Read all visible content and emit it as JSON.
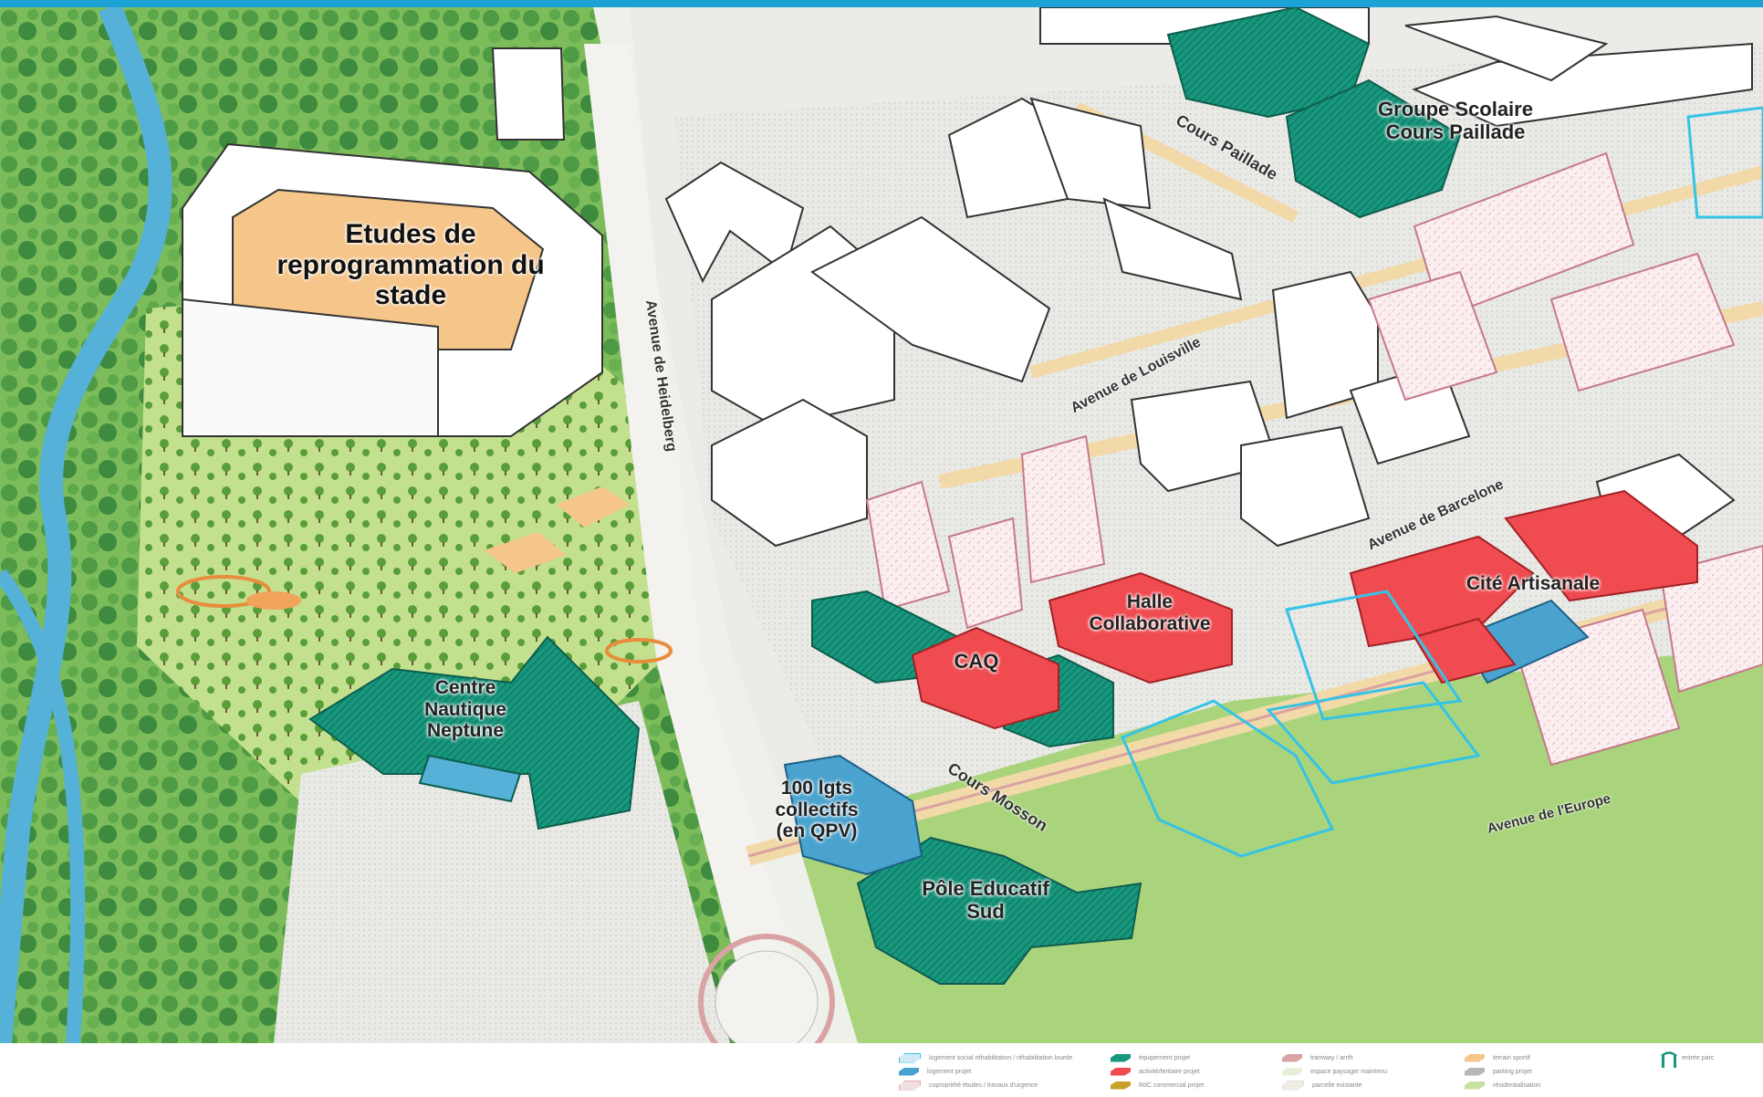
{
  "labels": {
    "stadium": "Etudes de\nreprogrammation du\nstade",
    "groupe_scolaire": "Groupe Scolaire\nCours Paillade",
    "halle": "Halle\nCollaborative",
    "cite": "Cité Artisanale",
    "caq": "CAQ",
    "centre_nautique": "Centre\nNautique\nNeptune",
    "logements": "100 lgts\ncollectifs\n(en QPV)",
    "pole": "Pôle Educatif\nSud"
  },
  "streets": {
    "heidelberg": "Avenue de Heidelberg",
    "paillade": "Cours Paillade",
    "louisville": "Avenue de Louisville",
    "barcelone": "Avenue de Barcelone",
    "mosson": "Cours Mosson",
    "europe": "Avenue de l'Europe"
  },
  "legend": [
    {
      "label": "logement social réhabilitation / réhabilitation lourde",
      "color": "#cfe9f5"
    },
    {
      "label": "logement projet",
      "color": "#4aa3cf"
    },
    {
      "label": "copropriété études / travaux d'urgence",
      "color": "#f2dfe2"
    },
    {
      "label": "équipement projet",
      "color": "#17977d"
    },
    {
      "label": "activité/tertiaire projet",
      "color": "#ef4b50"
    },
    {
      "label": "RdC commercial projet",
      "color": "#c8a02a"
    },
    {
      "label": "tramway / arrêt",
      "color": "#d9a3a3"
    },
    {
      "label": "espace paysager maintenu",
      "color": "#e6f0d8"
    },
    {
      "label": "parcelle existante",
      "color": "#f0ece4"
    },
    {
      "label": "terrain sportif",
      "color": "#f5c58a"
    },
    {
      "label": "parking projet",
      "color": "#b7b7b7"
    },
    {
      "label": "résidentialisation",
      "color": "#c6e2a2"
    }
  ],
  "legend_extra": "entrée parc",
  "colors": {
    "teal": "#17977d",
    "red": "#ef4b50",
    "blue": "#4aa3cf",
    "light_blue_outline": "#35c3e6",
    "pink": "#f6e6e9",
    "sport": "#f5c58a",
    "forest": "#6cae4f",
    "grass": "#a9d47c",
    "river": "#55b1d8",
    "accent_bar": "#1aa3d4"
  }
}
